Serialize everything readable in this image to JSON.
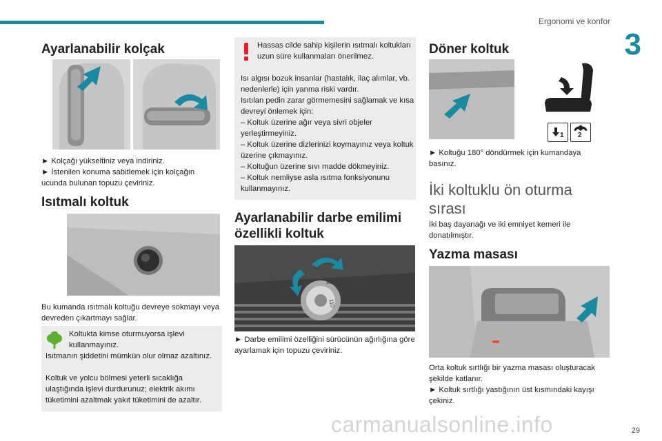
{
  "header": {
    "section_title": "Ergonomi ve konfor",
    "chapter_number": "3"
  },
  "col1": {
    "title1": "Ayarlanabilir kolçak",
    "armrest_text": [
      "► Kolçağı yükseltiniz veya indiriniz.",
      "► İstenilen konuma sabitlemek için kolçağın ucunda bulunan topuzu çeviriniz."
    ],
    "title2": "Isıtmalı koltuk",
    "heated_text": "Bu kumanda ısıtmalı koltuğu devreye sokmayı veya devreden çıkartmayı sağlar.",
    "eco_note": [
      "Koltukta kimse oturmuyorsa işlevi kullanmayınız.",
      "Isıtmanın şiddetini mümkün olur olmaz azaltınız.",
      "Koltuk ve yolcu bölmesi yeterli sıcaklığa ulaştığında işlevi durdurunuz; elektrik akımı tüketimini azaltmak yakıt tüketimini de azaltır."
    ]
  },
  "col2": {
    "warning": [
      "Hassas cilde sahip kişilerin ısıtmalı koltukları uzun süre kullanmaları önerilmez.",
      "Isı algısı bozuk insanlar (hastalık, ilaç alımlar, vb. nedenlerle) için yanma riski vardır.",
      "Isıtılan pedin zarar görmemesini sağlamak ve kısa devreyi önlemek için:",
      "– Koltuk üzerine ağır veya sivri objeler yerleştirmeyiniz.",
      "– Koltuk üzerine dizlerinizi koymayınız veya koltuk üzerine çıkmayınız.",
      "– Koltuğun üzerine sıvı madde dökmeyiniz.",
      "– Koltuk nemliyse asla ısıtma fonksiyonunu kullanmayınız."
    ],
    "title": "Ayarlanabilir darbe emilimi özellikli koltuk",
    "dial_labels": {
      "a": "90",
      "b": "110"
    },
    "text": "► Darbe emilimi özelliğini sürücünün ağırlığına göre ayarlamak için topuzu çeviriniz."
  },
  "col3": {
    "title1": "Döner koltuk",
    "swivel_keys": {
      "k1": "1",
      "k2": "2"
    },
    "swivel_text": "► Koltuğu 180° döndürmek için kumandaya basınız.",
    "title2": "İki koltuklu ön oturma sırası",
    "bench_text": "İki baş dayanağı ve iki emniyet kemeri ile donatılmıştır.",
    "title3": "Yazma masası",
    "desk_text": [
      "Orta koltuk sırtlığı bir yazma masası oluşturacak şekilde katlanır.",
      "► Koltuk sırtlığı yastığının üst kısmındaki kayışı çekiniz."
    ]
  },
  "footer": {
    "page_number": "29",
    "watermark": "carmanualsonline.info"
  },
  "colors": {
    "accent": "#1a8aa0",
    "warning_red": "#e21f26",
    "eco_green": "#5fae2e",
    "box_bg": "#ececec"
  }
}
